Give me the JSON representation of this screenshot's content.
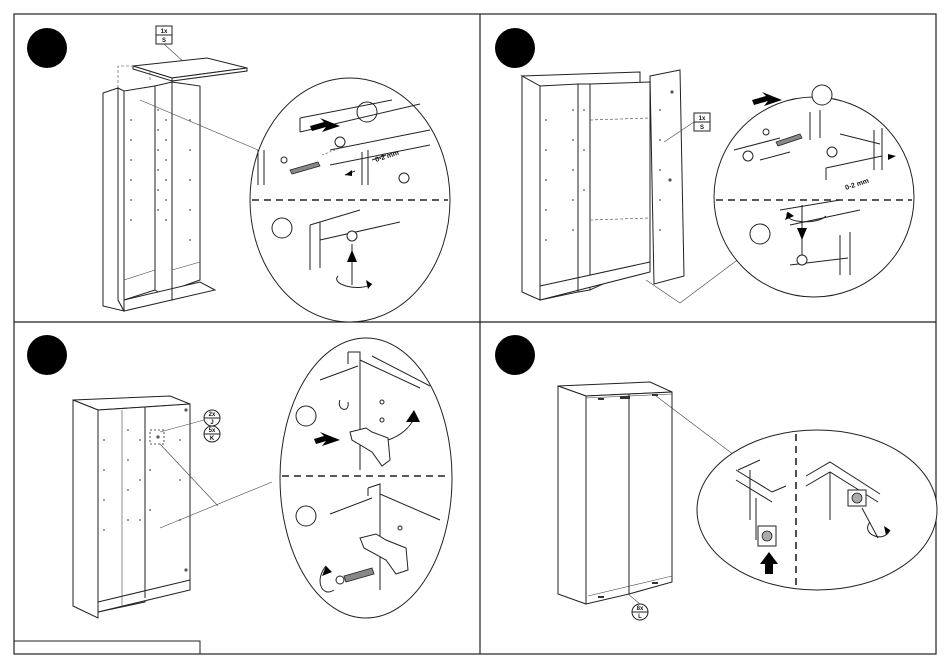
{
  "steps": [
    {
      "id": 1,
      "label_qty": "1x",
      "label_part": "S",
      "spacing_note": "0-2 mm"
    },
    {
      "id": 2,
      "label_qty": "1x",
      "label_part": "S",
      "spacing_note": "0-2 mm"
    },
    {
      "id": 3,
      "label_qty_a": "2x",
      "label_part_a": "J",
      "label_qty_b": "5x",
      "label_part_b": "K"
    },
    {
      "id": 4,
      "label_qty": "8x",
      "label_part": "L"
    }
  ],
  "colors": {
    "line": "#222222",
    "badge": "#000000",
    "background": "#ffffff"
  }
}
